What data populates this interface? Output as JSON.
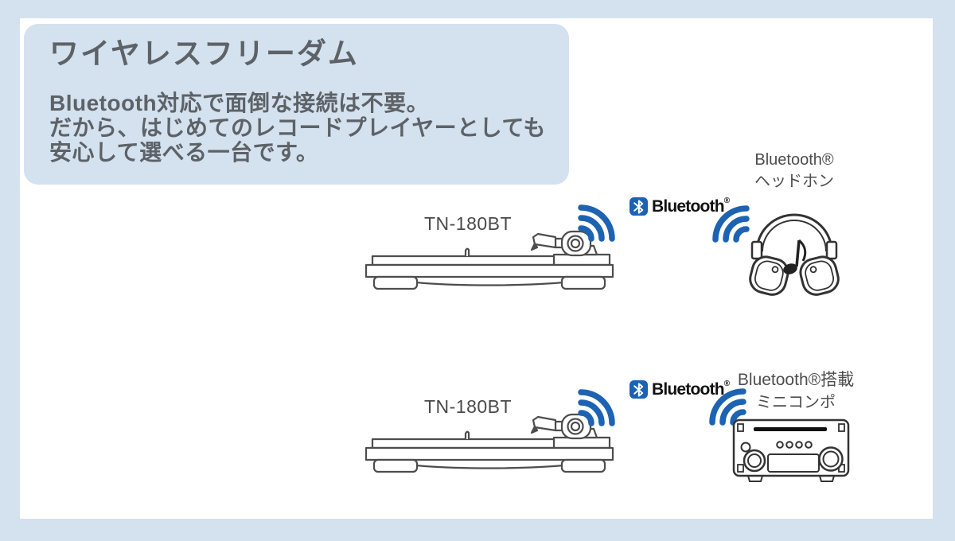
{
  "page": {
    "background_color": "#d4e1ef",
    "surface_color": "#ffffff"
  },
  "colors": {
    "wave_blue": "#1d63b2",
    "bluetooth_logo_blue": "#1b62b7",
    "panel_blue": "#d4e1ef",
    "line_art_gray": "#4d4d4d",
    "text_gray": "#5d6267"
  },
  "intro_panel": {
    "title": "ワイヤレスフリーダム",
    "body_lines": [
      "Bluetooth対応で面倒な接続は不要。",
      "だから、はじめてのレコードプレイヤーとしても",
      "安心して選べる一台です。"
    ]
  },
  "diagram_headphones": {
    "source_label": "TN-180BT",
    "bluetooth_badge": {
      "wordmark": "Bluetooth",
      "registered_mark": "®"
    },
    "target_label_lines": [
      "Bluetooth®",
      "ヘッドホン"
    ]
  },
  "diagram_mini_system": {
    "source_label": "TN-180BT",
    "bluetooth_badge": {
      "wordmark": "Bluetooth",
      "registered_mark": "®"
    },
    "target_label_lines": [
      "Bluetooth®搭載",
      "ミニコンポ"
    ]
  }
}
